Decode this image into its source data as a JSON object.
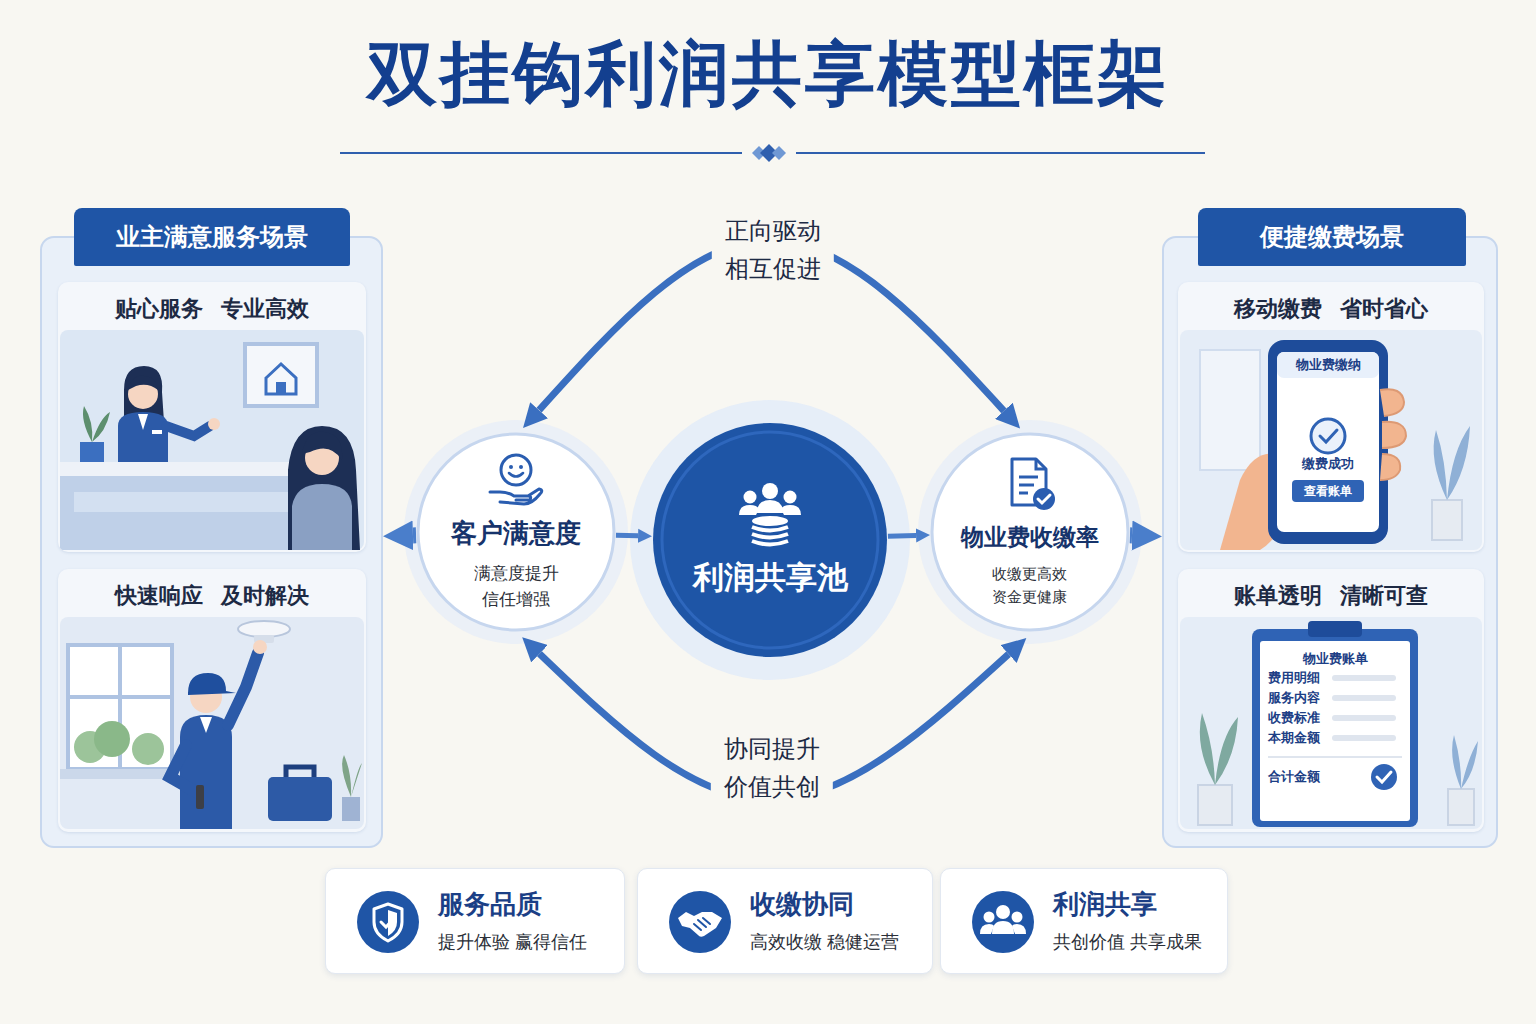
{
  "diagram": {
    "title": "双挂钩利润共享模型框架",
    "nodes": [
      {
        "text": [
          "业主满意服务场景"
        ]
      },
      {
        "text": [
          "贴心服务 专业高效"
        ],
        "in": 0
      },
      {
        "text": [
          "快速响应 及时解决"
        ],
        "in": 0
      },
      {
        "text": [
          "客户满意度",
          "满意度提升 信任增强"
        ]
      },
      {
        "text": [
          "利润共享池"
        ]
      },
      {
        "text": [
          "物业费收缴率",
          "收缴更高效 资金更健康"
        ]
      },
      {
        "text": [
          "便捷缴费场景"
        ]
      },
      {
        "text": [
          "移动缴费 省时省心"
        ],
        "in": 6
      },
      {
        "text": [
          "账单透明 清晰可查"
        ],
        "in": 6
      },
      {
        "text": [
          "服务品质",
          "提升体验 赢得信任"
        ]
      },
      {
        "text": [
          "收缴协同",
          "高效收缴 稳健运营"
        ]
      },
      {
        "text": [
          "利润共享",
          "共创价值 共享成果"
        ]
      }
    ],
    "edges": [
      {
        "from": 3,
        "to": 4,
        "arrow": "to"
      },
      {
        "from": 4,
        "to": 5,
        "arrow": "to"
      },
      {
        "from": 3,
        "to": 0,
        "arrow": "to"
      },
      {
        "from": 5,
        "to": 6,
        "arrow": "to"
      },
      {
        "from": 3,
        "to": 5,
        "label": "正向驱动 相互促进",
        "arrow": "both"
      },
      {
        "from": 3,
        "to": 5,
        "label": "协同提升 价值共创",
        "arrow": "both"
      }
    ],
    "labels": [
      "物业费缴纳",
      "缴费成功",
      "查看账单",
      "物业费账单",
      "费用明细",
      "服务内容",
      "收费标准",
      "本期金额",
      "合计金额"
    ]
  }
}
